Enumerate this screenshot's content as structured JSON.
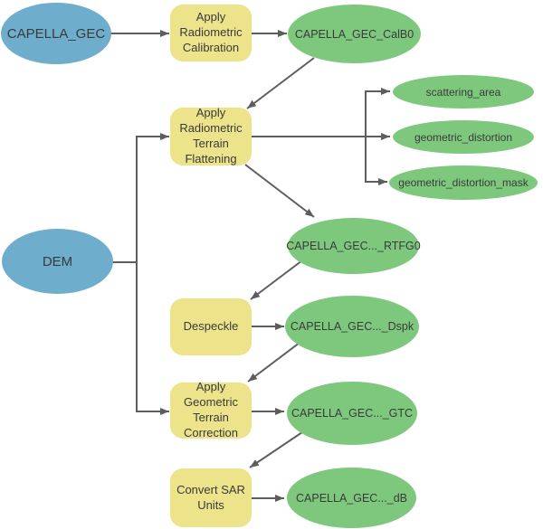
{
  "diagram": {
    "kind": "geoprocessing-model-flowchart",
    "colors": {
      "input_node_fill": "#6FADCC",
      "tool_node_fill": "#EDE38B",
      "output_node_fill": "#7EC87E",
      "connector": "#5D5D5D",
      "label_text": "#3A3A3A",
      "background": "#FFFFFF"
    },
    "nodes": {
      "capella_gec": {
        "label": "CAPELLA_GEC",
        "kind": "input-data"
      },
      "dem": {
        "label": "DEM",
        "kind": "input-data"
      },
      "apply_radiometric_calibration": {
        "label": "Apply Radiometric Calibration",
        "kind": "tool"
      },
      "capella_gec_calb0": {
        "label": "CAPELLA_GEC_CalB0",
        "kind": "derived-data"
      },
      "apply_radiometric_terrain_flattening": {
        "label": "Apply Radiometric Terrain Flattening",
        "kind": "tool"
      },
      "scattering_area": {
        "label": "scattering_area",
        "kind": "derived-data"
      },
      "geometric_distortion": {
        "label": "geometric_distortion",
        "kind": "derived-data"
      },
      "geometric_distortion_mask": {
        "label": "geometric_distortion_mask",
        "kind": "derived-data"
      },
      "capella_gec_rtfg0": {
        "label": "CAPELLA_GEC..._RTFG0",
        "kind": "derived-data"
      },
      "despeckle": {
        "label": "Despeckle",
        "kind": "tool"
      },
      "capella_gec_dspk": {
        "label": "CAPELLA_GEC..._Dspk",
        "kind": "derived-data"
      },
      "apply_geometric_terrain_correction": {
        "label": "Apply Geometric Terrain Correction",
        "kind": "tool"
      },
      "capella_gec_gtc": {
        "label": "CAPELLA_GEC..._GTC",
        "kind": "derived-data"
      },
      "convert_sar_units": {
        "label": "Convert SAR Units",
        "kind": "tool"
      },
      "capella_gec_db": {
        "label": "CAPELLA_GEC..._dB",
        "kind": "derived-data"
      }
    },
    "edges": [
      {
        "from": "CAPELLA_GEC",
        "to": "Apply Radiometric Calibration"
      },
      {
        "from": "Apply Radiometric Calibration",
        "to": "CAPELLA_GEC_CalB0"
      },
      {
        "from": "CAPELLA_GEC_CalB0",
        "to": "Apply Radiometric Terrain Flattening"
      },
      {
        "from": "DEM",
        "to": "Apply Radiometric Terrain Flattening"
      },
      {
        "from": "DEM",
        "to": "Apply Geometric Terrain Correction"
      },
      {
        "from": "Apply Radiometric Terrain Flattening",
        "to": "scattering_area"
      },
      {
        "from": "Apply Radiometric Terrain Flattening",
        "to": "geometric_distortion"
      },
      {
        "from": "Apply Radiometric Terrain Flattening",
        "to": "geometric_distortion_mask"
      },
      {
        "from": "Apply Radiometric Terrain Flattening",
        "to": "CAPELLA_GEC..._RTFG0"
      },
      {
        "from": "CAPELLA_GEC..._RTFG0",
        "to": "Despeckle"
      },
      {
        "from": "Despeckle",
        "to": "CAPELLA_GEC..._Dspk"
      },
      {
        "from": "CAPELLA_GEC..._Dspk",
        "to": "Apply Geometric Terrain Correction"
      },
      {
        "from": "Apply Geometric Terrain Correction",
        "to": "CAPELLA_GEC..._GTC"
      },
      {
        "from": "CAPELLA_GEC..._GTC",
        "to": "Convert SAR Units"
      },
      {
        "from": "Convert SAR Units",
        "to": "CAPELLA_GEC..._dB"
      }
    ]
  }
}
